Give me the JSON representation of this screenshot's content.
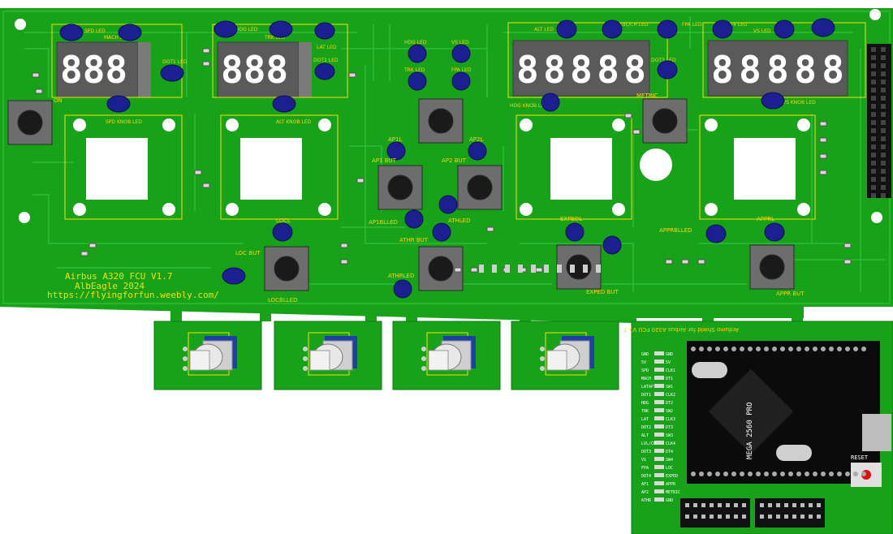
{
  "colors": {
    "board": "#17a21a",
    "board_dark": "#128a15",
    "trace": "#2fc03a",
    "silk_yellow": "#f2e200",
    "silk_white": "#ffffff",
    "led_blue": "#1b1f8f",
    "display_body": "#595959",
    "segment_on": "#ffffff",
    "button_body": "#6a6a6a",
    "header_black": "#111111",
    "mega_board": "#0b0b0b"
  },
  "board_text": {
    "title": "Airbus A320 FCU V1.7",
    "author": "AlbEagle 2024",
    "url": "https://flyingforfun.weebly.com/"
  },
  "displays": [
    {
      "id": "spd",
      "text": "888",
      "led_labels": [
        "SPD LED",
        "MACH LED"
      ],
      "bottom_label": "SPD KNOB LED",
      "dot_label": "DOT1 LED"
    },
    {
      "id": "hdg",
      "text": "888",
      "led_labels": [
        "HDG LED",
        "TRK LED"
      ],
      "bottom_label": "ALT KNOB LED",
      "dot_label": "DOT2 LED",
      "extra_label": "LAT LED"
    },
    {
      "id": "alt",
      "text": "88888",
      "led_labels": [
        "ALT LED",
        "LVL/CH LED"
      ],
      "bottom_label": "HDG KNOB LED",
      "dot_label": "DOT3 LED"
    },
    {
      "id": "vs",
      "text": "88888",
      "led_labels": [
        "VS LED",
        "FPA LED"
      ],
      "bottom_label": "VS KNOB LED",
      "dot_label": "DOT4 LED"
    }
  ],
  "center_leds": [
    "HDG LED",
    "VS LED",
    "TRK LED",
    "FPA LED"
  ],
  "buttons": {
    "left": "ON",
    "metric": "METRIC",
    "ap1": "AP1 BUT",
    "ap2": "AP2 BUT",
    "athr": "ATHR BUT",
    "loc": "LOC BUT",
    "exped": "EXPED BUT",
    "appr": "APPR BUT"
  },
  "leds": {
    "ap1": "AP1L",
    "ap2": "AP2L",
    "ap1bled": "AP1BLLED",
    "athled": "ATHLED",
    "athr_led": "ATHRLED",
    "locl": "LOCL",
    "locbled": "LOCBLLED",
    "expedl": "EXPEDL",
    "apprl": "APPRL",
    "appbled": "APPRBLLED"
  },
  "encoders_count": 4,
  "shield": {
    "title": "Arduino Shield for Airbus A320 FCU V1.7",
    "chip_label": "MEGA 2560 PRO",
    "reset_label": "RESET",
    "left_pins": [
      "GND",
      "5V",
      "SPD",
      "MACH",
      "LATAP",
      "DOT1",
      "HDG",
      "TRK",
      "LAT",
      "DOT2",
      "ALT",
      "LVL/CH",
      "DOT3",
      "VS",
      "FPA",
      "DOT4",
      "AP1",
      "AP2",
      "ATHR"
    ],
    "right_pins": [
      "GND",
      "5V",
      "CLK1",
      "DT1",
      "SW1",
      "CLK2",
      "DT2",
      "SW2",
      "CLK3",
      "DT3",
      "SW3",
      "CLK4",
      "DT4",
      "SW4",
      "LOC",
      "EXPED",
      "APPR",
      "METRIC",
      "GND"
    ]
  }
}
